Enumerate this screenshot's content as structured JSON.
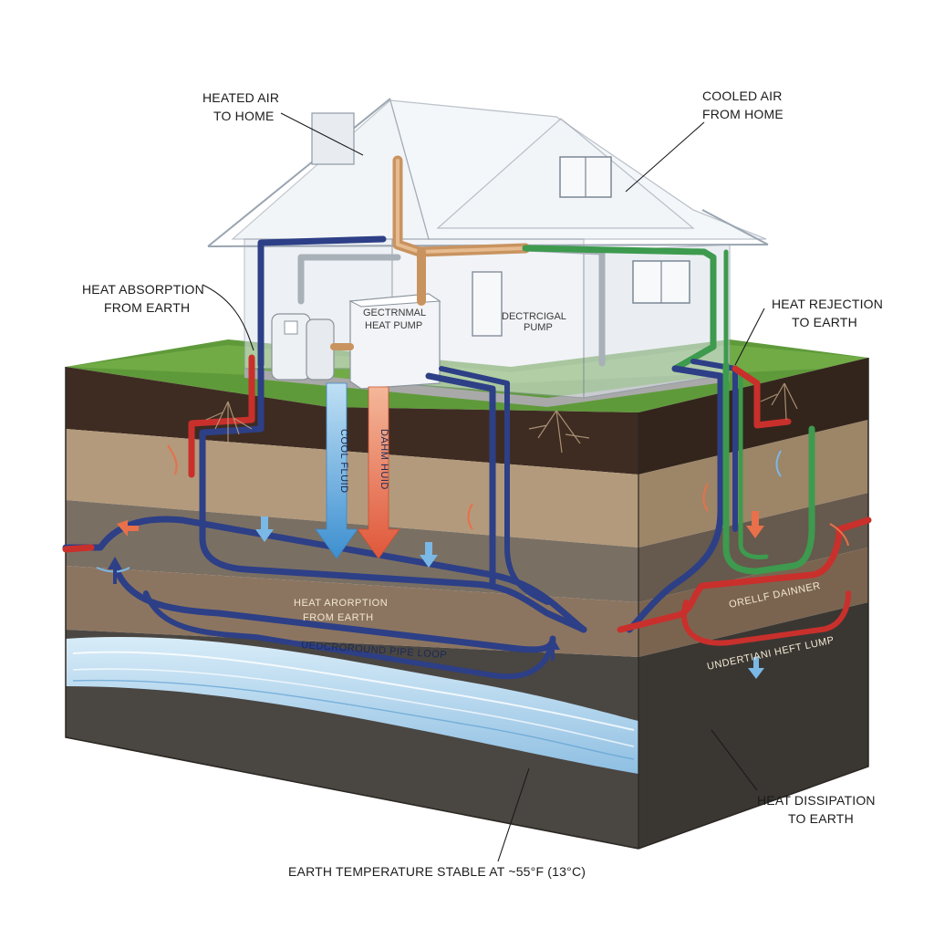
{
  "callouts": {
    "heated_air": [
      "HEATED AIR",
      "TO HOME"
    ],
    "cooled_air": [
      "COOLED AIR",
      "FROM HOME"
    ],
    "heat_absorption": [
      "HEAT ABSORPTION",
      "FROM EARTH"
    ],
    "heat_rejection": [
      "HEAT REJECTION",
      "TO EARTH"
    ],
    "heat_dissipation": [
      "HEAT DISSIPATION",
      "TO EARTH"
    ],
    "earth_temperature": "EARTH TEMPERATURE STABLE AT ~55°F (13°C)"
  },
  "unit_labels": {
    "heat_pump": [
      "GECTRNMAL",
      "HEAT PUMP"
    ],
    "wall_sign": [
      "DECTRCIGAL",
      "PUMP"
    ]
  },
  "flow_labels": {
    "cool_fluid": "COOL FLUID",
    "warm_fluid": "DAHM HUID"
  },
  "ground_labels": {
    "heat_absorption_earth": [
      "HEAT ARORPTION",
      "FROM EARTH"
    ],
    "underground_pipe_loop": "UEDCROROUND PIPE LOOP",
    "orell_dainner": "ORELLF DAINNER",
    "underground_heft_lump": "UNDERTIANI HEFT LUMP"
  },
  "colors": {
    "grass": "#5f9a3a",
    "topsoil": "#3e2c22",
    "sand": "#b8a183",
    "clay": "#8a7460",
    "gravel": "#6b6258",
    "deep_rock": "#3b3936",
    "water": "#9ec8e6",
    "cold_pipe": "#2d3f86",
    "hot_pipe": "#c9302c",
    "green_pipe": "#3d9a4e",
    "copper_pipe": "#c9935f",
    "cool_arrow": "#6aaee0",
    "warm_arrow": "#e8704a"
  }
}
